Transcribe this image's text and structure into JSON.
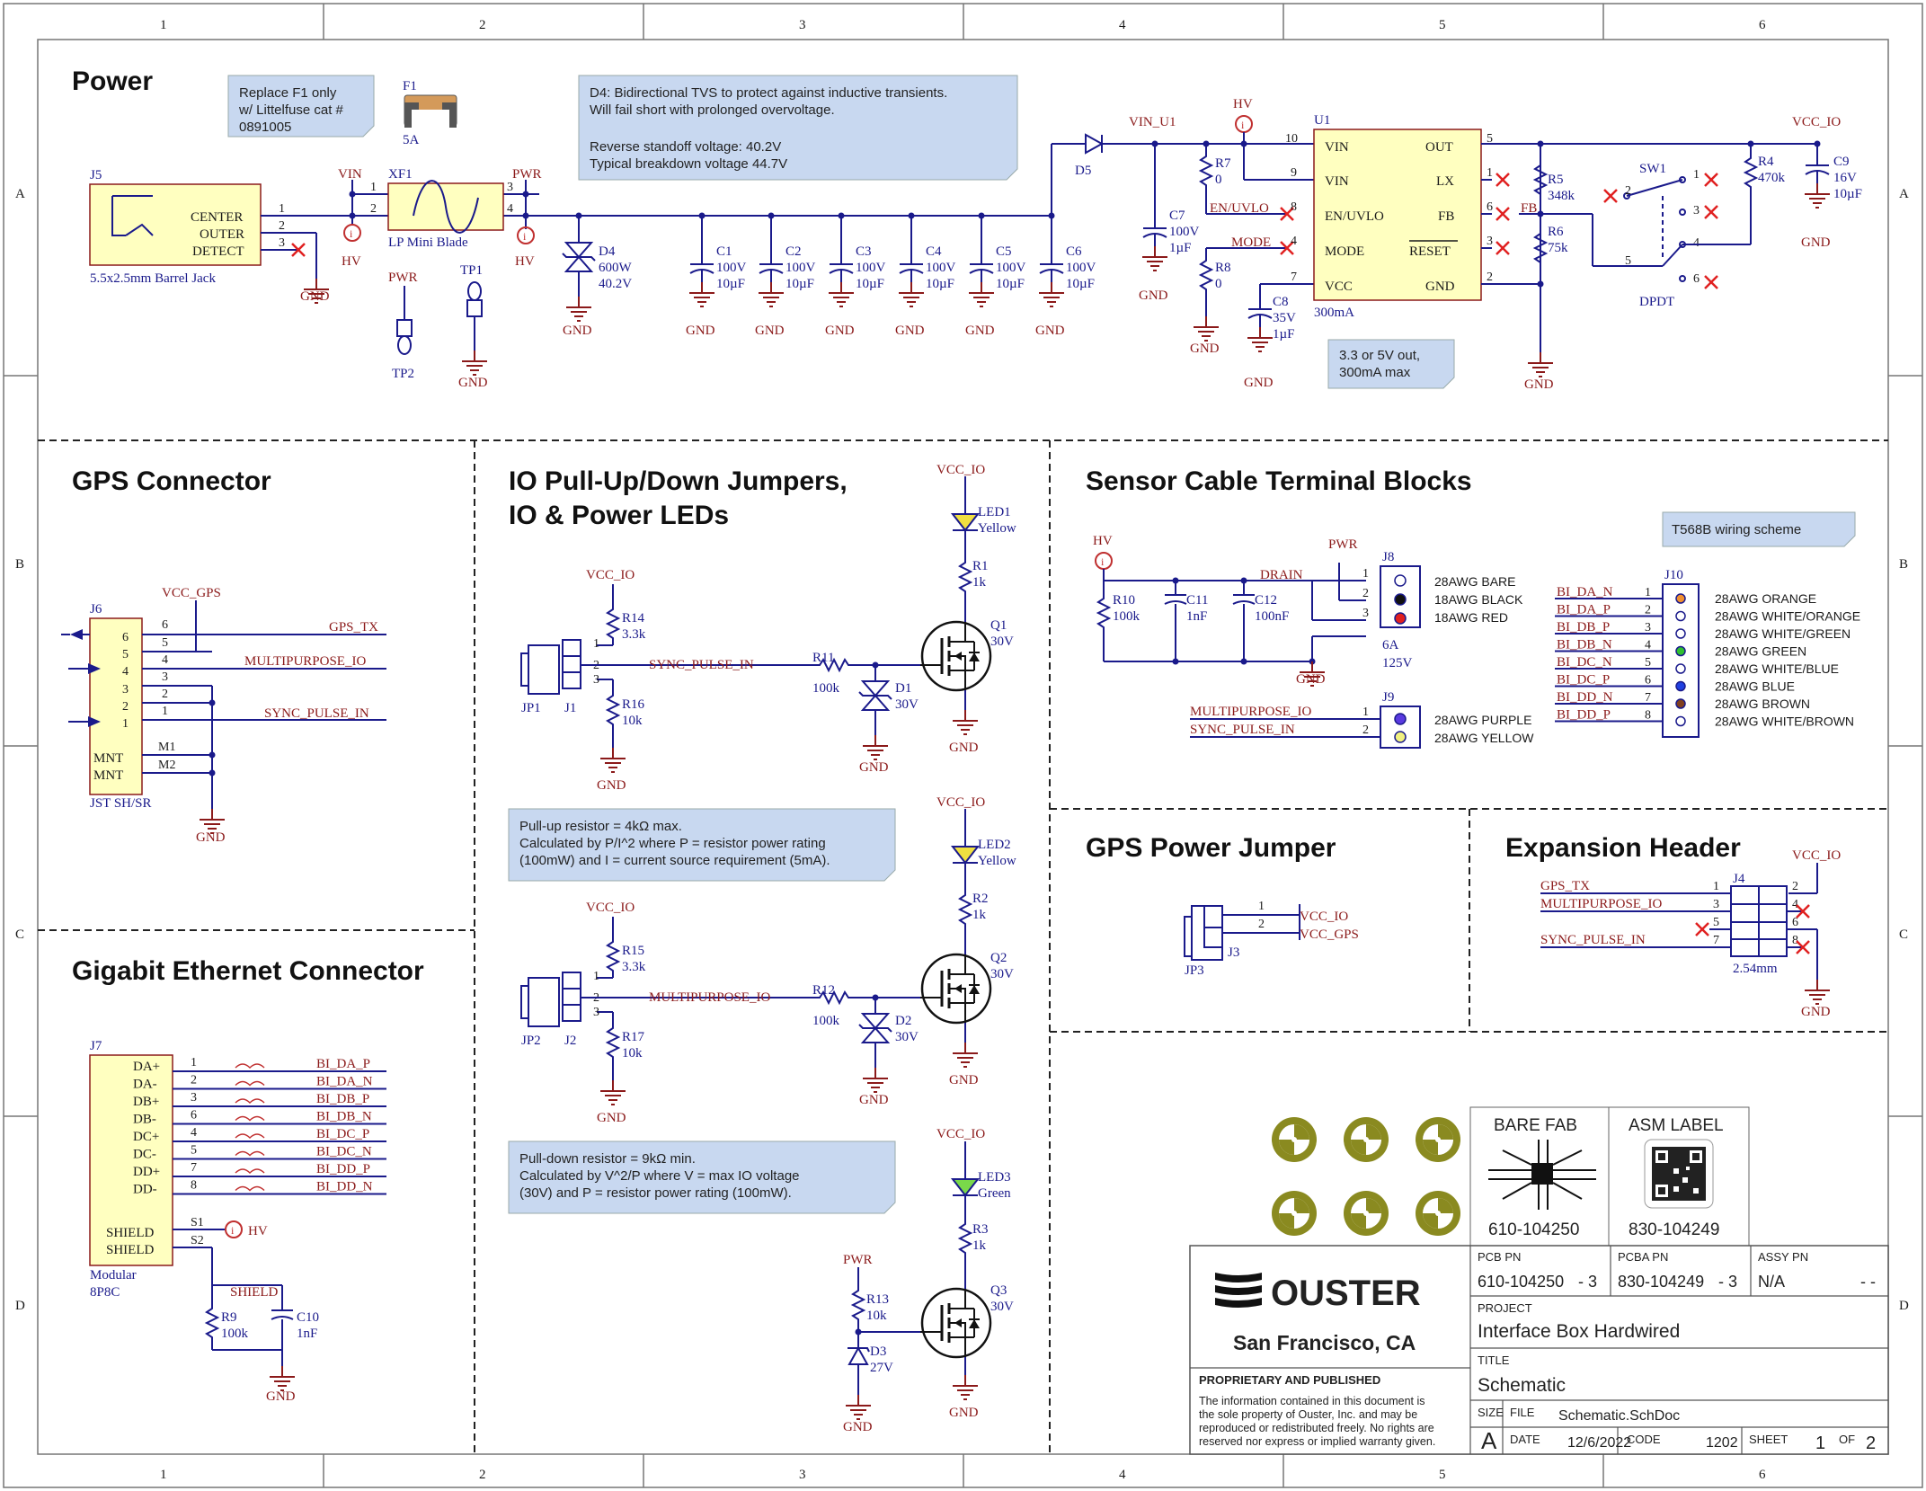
{
  "border": {
    "columns": [
      "1",
      "2",
      "3",
      "4",
      "5",
      "6"
    ],
    "rows": [
      "A",
      "B",
      "C",
      "D"
    ]
  },
  "sections": {
    "power": "Power",
    "gps": "GPS Connector",
    "io_title_line1": "IO Pull-Up/Down Jumpers,",
    "io_title_line2": "IO & Power LEDs",
    "sensor": "Sensor Cable Terminal Blocks",
    "gps_power": "GPS Power Jumper",
    "expansion": "Expansion Header",
    "ethernet": "Gigabit Ethernet Connector"
  },
  "notes": {
    "f1": [
      "Replace F1 only",
      "w/ Littelfuse cat #",
      "0891005"
    ],
    "d4": [
      "D4: Bidirectional TVS to protect against inductive transients.",
      "Will fail short with prolonged overvoltage.",
      "",
      "Reverse standoff voltage: 40.2V",
      "Typical breakdown voltage 44.7V"
    ],
    "u1": [
      "3.3 or 5V out,",
      "300mA max"
    ],
    "pullup": [
      "Pull-up resistor = 4kΩ max.",
      "Calculated by P/I^2 where P = resistor power rating",
      "(100mW) and I = current source requirement (5mA)."
    ],
    "pulldown": [
      "Pull-down resistor = 9kΩ min.",
      "Calculated by V^2/P where V = max IO voltage",
      "(30V) and P = resistor power rating (100mW)."
    ],
    "t568b": "T568B wiring scheme"
  },
  "power": {
    "j5": {
      "ref": "J5",
      "pins": [
        "CENTER",
        "OUTER",
        "DETECT"
      ],
      "nums": [
        "1",
        "2",
        "3"
      ],
      "label": "5.5x2.5mm Barrel Jack"
    },
    "f1": {
      "ref": "F1",
      "val": "5A"
    },
    "xf1": {
      "ref": "XF1",
      "label": "LP Mini Blade",
      "nums": [
        "1",
        "2",
        "3",
        "4"
      ]
    },
    "nets": {
      "vin": "VIN",
      "pwr": "PWR",
      "hv": "HV",
      "gnd": "GND",
      "vin_u1": "VIN_U1",
      "vcc_io": "VCC_IO",
      "en_uvlo": "EN/UVLO",
      "mode": "MODE",
      "fb": "FB"
    },
    "tp1": "TP1",
    "tp2": "TP2",
    "d4": {
      "ref": "D4",
      "val1": "600W",
      "val2": "40.2V"
    },
    "caps": [
      {
        "ref": "C1",
        "v": "100V",
        "c": "10µF"
      },
      {
        "ref": "C2",
        "v": "100V",
        "c": "10µF"
      },
      {
        "ref": "C3",
        "v": "100V",
        "c": "10µF"
      },
      {
        "ref": "C4",
        "v": "100V",
        "c": "10µF"
      },
      {
        "ref": "C5",
        "v": "100V",
        "c": "10µF"
      },
      {
        "ref": "C6",
        "v": "100V",
        "c": "10µF"
      }
    ],
    "d5": "D5",
    "c7": {
      "ref": "C7",
      "v": "100V",
      "c": "1µF"
    },
    "r7": {
      "ref": "R7",
      "val": "0"
    },
    "r8": {
      "ref": "R8",
      "val": "0"
    },
    "c8": {
      "ref": "C8",
      "v": "35V",
      "c": "1µF"
    },
    "u1": {
      "ref": "U1",
      "val": "300mA",
      "left": [
        "VIN",
        "VIN",
        "EN/UVLO",
        "MODE",
        "VCC"
      ],
      "lnums": [
        "10",
        "9",
        "8",
        "4",
        "7"
      ],
      "right": [
        "OUT",
        "LX",
        "FB",
        "RESET",
        "GND"
      ],
      "rnums": [
        "5",
        "1",
        "6",
        "3",
        "2"
      ]
    },
    "r5": {
      "ref": "R5",
      "val": "348k"
    },
    "r6": {
      "ref": "R6",
      "val": "75k"
    },
    "sw1": {
      "ref": "SW1",
      "val": "DPDT",
      "nums": [
        "1",
        "2",
        "3",
        "4",
        "5",
        "6"
      ]
    },
    "r4": {
      "ref": "R4",
      "val": "470k"
    },
    "c9": {
      "ref": "C9",
      "v": "16V",
      "c": "10µF"
    }
  },
  "gps": {
    "ref": "J6",
    "vcc": "VCC_GPS",
    "label": "JST SH/SR",
    "nums": [
      "6",
      "5",
      "4",
      "3",
      "2",
      "1"
    ],
    "nets": [
      "GPS_TX",
      "MULTIPURPOSE_IO",
      "SYNC_PULSE_IN"
    ],
    "mnt": [
      "MNT",
      "MNT"
    ],
    "mref": [
      "M1",
      "M2"
    ],
    "gnd": "GND"
  },
  "io": {
    "blocks": [
      {
        "vcc": "VCC_IO",
        "rtop": "R14",
        "rtopv": "3.3k",
        "rbot": "R16",
        "rbotv": "10k",
        "jp": "JP1",
        "j": "J1",
        "net": "SYNC_PULSE_IN",
        "rs": "R11",
        "rsv": "100k",
        "d": "D1",
        "dv": "30V",
        "q": "Q1",
        "qv": "30V",
        "led": "LED1",
        "ledc": "Yellow",
        "r": "R1",
        "rv": "1k",
        "ledvcc": "VCC_IO"
      },
      {
        "vcc": "VCC_IO",
        "rtop": "R15",
        "rtopv": "3.3k",
        "rbot": "R17",
        "rbotv": "10k",
        "jp": "JP2",
        "j": "J2",
        "net": "MULTIPURPOSE_IO",
        "rs": "R12",
        "rsv": "100k",
        "d": "D2",
        "dv": "30V",
        "q": "Q2",
        "qv": "30V",
        "led": "LED2",
        "ledc": "Yellow",
        "r": "R2",
        "rv": "1k",
        "ledvcc": "VCC_IO"
      }
    ],
    "third": {
      "pwr": "PWR",
      "r": "R13",
      "rv": "10k",
      "d": "D3",
      "dv": "27V",
      "q": "Q3",
      "qv": "30V",
      "led": "LED3",
      "ledc": "Green",
      "r3": "R3",
      "r3v": "1k",
      "vcc": "VCC_IO"
    },
    "gnd": "GND",
    "pinnums": [
      "1",
      "2",
      "3"
    ]
  },
  "sensor": {
    "hv": "HV",
    "drain": "DRAIN",
    "r10": {
      "ref": "R10",
      "val": "100k"
    },
    "c11": {
      "ref": "C11",
      "val": "1nF"
    },
    "c12": {
      "ref": "C12",
      "val": "100nF"
    },
    "j8": {
      "ref": "J8",
      "val1": "6A",
      "val2": "125V",
      "wires": [
        "28AWG BARE",
        "18AWG BLACK",
        "18AWG RED"
      ],
      "nums": [
        "1",
        "2",
        "3"
      ]
    },
    "j9": {
      "ref": "J9",
      "nets": [
        "MULTIPURPOSE_IO",
        "SYNC_PULSE_IN"
      ],
      "wires": [
        "28AWG PURPLE",
        "28AWG YELLOW"
      ],
      "nums": [
        "1",
        "2"
      ]
    },
    "j10": {
      "ref": "J10",
      "nets": [
        "BI_DA_N",
        "BI_DA_P",
        "BI_DB_P",
        "BI_DB_N",
        "BI_DC_N",
        "BI_DC_P",
        "BI_DD_N",
        "BI_DD_P"
      ],
      "wires": [
        "28AWG ORANGE",
        "28AWG WHITE/ORANGE",
        "28AWG WHITE/GREEN",
        "28AWG GREEN",
        "28AWG WHITE/BLUE",
        "28AWG BLUE",
        "28AWG BROWN",
        "28AWG WHITE/BROWN"
      ],
      "nums": [
        "1",
        "2",
        "3",
        "4",
        "5",
        "6",
        "7",
        "8"
      ]
    },
    "gnd": "GND"
  },
  "gps_power": {
    "jp": "JP3",
    "j": "J3",
    "nets": [
      "VCC_IO",
      "VCC_GPS"
    ],
    "nums": [
      "1",
      "2"
    ]
  },
  "expansion": {
    "ref": "J4",
    "val": "2.54mm",
    "vcc": "VCC_IO",
    "nets": [
      "GPS_TX",
      "MULTIPURPOSE_IO",
      "SYNC_PULSE_IN"
    ],
    "lnums": [
      "1",
      "3",
      "5",
      "7"
    ],
    "rnums": [
      "2",
      "4",
      "6",
      "8"
    ],
    "gnd": "GND"
  },
  "ethernet": {
    "ref": "J7",
    "label1": "Modular",
    "label2": "8P8C",
    "pins": [
      "DA+",
      "DA-",
      "DB+",
      "DB-",
      "DC+",
      "DC-",
      "DD+",
      "DD-"
    ],
    "nums": [
      "1",
      "2",
      "3",
      "6",
      "4",
      "5",
      "7",
      "8"
    ],
    "nets": [
      "BI_DA_P",
      "BI_DA_N",
      "BI_DB_P",
      "BI_DB_N",
      "BI_DC_P",
      "BI_DC_N",
      "BI_DD_P",
      "BI_DD_N"
    ],
    "shield": [
      "SHIELD",
      "SHIELD"
    ],
    "sref": [
      "S1",
      "S2"
    ],
    "hv": "HV",
    "shield_net": "SHIELD",
    "r9": {
      "ref": "R9",
      "val": "100k"
    },
    "c10": {
      "ref": "C10",
      "val": "1nF"
    },
    "gnd": "GND"
  },
  "title_block": {
    "bare_fab": "BARE FAB",
    "asm_label": "ASM LABEL",
    "bare_pn": "610-104250",
    "asm_pn": "830-104249",
    "company": "OUSTER",
    "city": "San Francisco, CA",
    "prop_title": "PROPRIETARY AND PUBLISHED",
    "prop_text": [
      "The information contained in this document is",
      "the sole property of Ouster, Inc. and may be",
      "reproduced or redistributed freely. No rights are",
      "reserved nor express or implied warranty given."
    ],
    "pcb_pn_label": "PCB PN",
    "pcb_pn": "610-104250",
    "pcb_rev": "- 3",
    "pcba_pn_label": "PCBA PN",
    "pcba_pn": "830-104249",
    "pcba_rev": "- 3",
    "assy_pn_label": "ASSY PN",
    "assy_pn": "N/A",
    "assy_rev": "- -",
    "project_label": "PROJECT",
    "project": "Interface Box Hardwired",
    "title_label": "TITLE",
    "title": "Schematic",
    "size_label": "SIZE",
    "size": "A",
    "file_label": "FILE",
    "file": "Schematic.SchDoc",
    "date_label": "DATE",
    "date": "12/6/2022",
    "code_label": "CODE",
    "code": "1202",
    "sheet_label": "SHEET",
    "sheet": "1",
    "of_label": "OF",
    "sheets": "2"
  }
}
